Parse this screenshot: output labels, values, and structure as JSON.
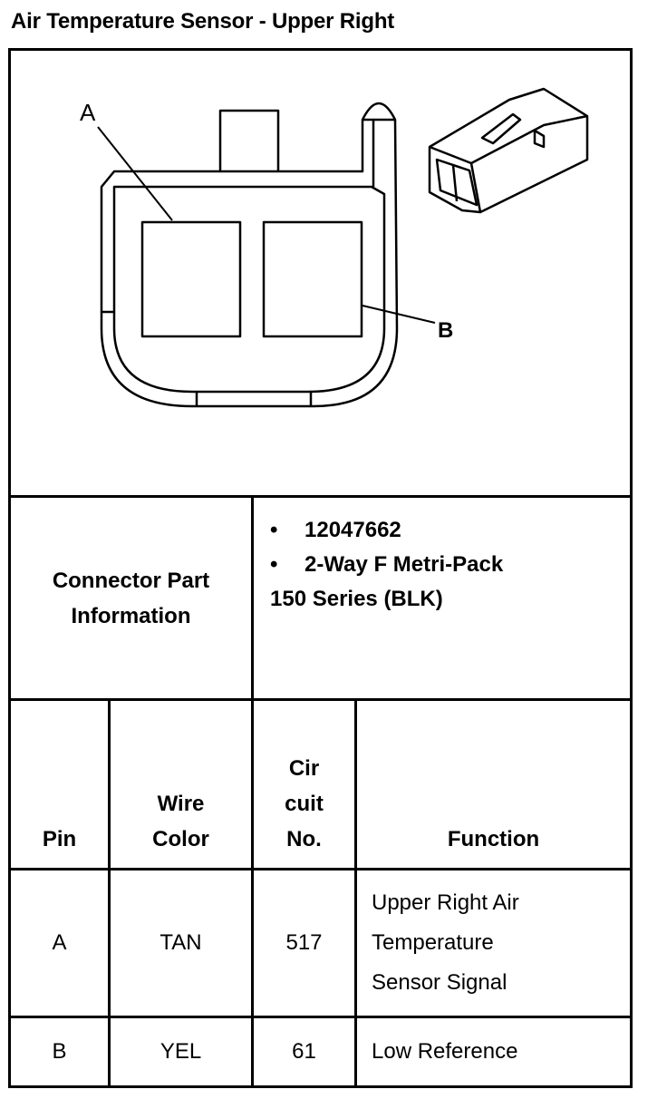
{
  "title": "Air Temperature Sensor - Upper Right",
  "diagram": {
    "label_a": "A",
    "label_b": "B"
  },
  "connector": {
    "label_line1": "Connector Part",
    "label_line2": "Information",
    "bullet_char": "•",
    "part_number": "12047662",
    "description_line1": "2-Way F Metri-Pack",
    "description_line2": "150 Series (BLK)"
  },
  "table": {
    "headers": {
      "pin": "Pin",
      "wire_color_1": "Wire",
      "wire_color_2": "Color",
      "circuit_1": "Cir",
      "circuit_2": "cuit",
      "circuit_3": "No.",
      "function": "Function"
    },
    "rows": [
      {
        "pin": "A",
        "wire_color": "TAN",
        "circuit": "517",
        "function_1": "Upper Right Air",
        "function_2": "Temperature",
        "function_3": "Sensor Signal"
      },
      {
        "pin": "B",
        "wire_color": "YEL",
        "circuit": "61",
        "function_1": "Low Reference"
      }
    ]
  }
}
